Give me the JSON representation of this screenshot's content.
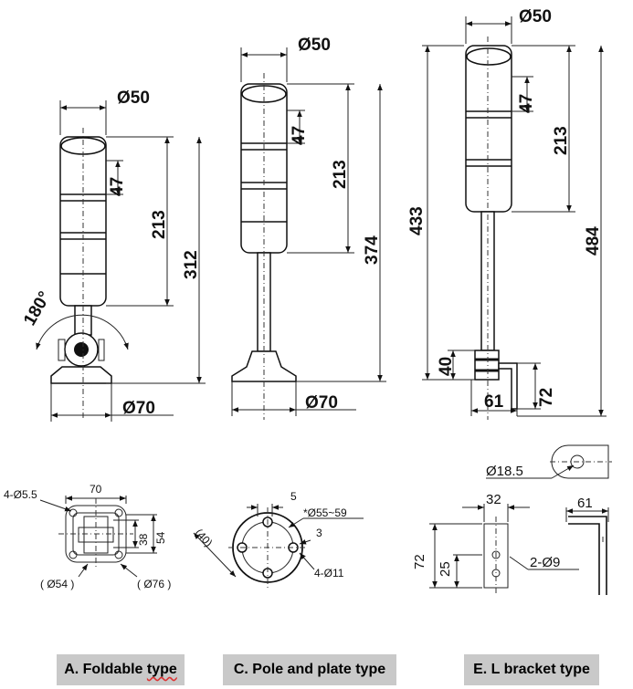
{
  "views": {
    "foldable": {
      "diameter": "Ø50",
      "segment": "47",
      "lamp_height": "213",
      "total_height": "312",
      "rotation": "180°",
      "base_diameter": "Ø70"
    },
    "pole": {
      "diameter": "Ø50",
      "segment": "47",
      "lamp_height": "213",
      "total_height": "374",
      "base_diameter": "Ø70"
    },
    "bracket": {
      "diameter": "Ø50",
      "segment": "47",
      "lamp_height": "213",
      "height_433": "433",
      "height_484": "484",
      "bracket_40": "40",
      "bracket_72": "72",
      "bracket_61": "61"
    }
  },
  "details": {
    "foldable_base": {
      "holes": "4-Ø5.5",
      "width": "70",
      "dim_38": "38",
      "dim_54": "54",
      "circle_54": "( Ø54 )",
      "circle_76": "( Ø76 )"
    },
    "plate": {
      "dim_5": "5",
      "pcd": "*Ø55~59",
      "dim_3": "3",
      "dim_40": "(40)",
      "holes": "4-Ø11"
    },
    "l_bracket": {
      "hole_dia": "Ø18.5",
      "width_32": "32",
      "width_61": "61",
      "height_72": "72",
      "height_25": "25",
      "holes": "2-Ø9"
    }
  },
  "captions": {
    "a_prefix": "A. Foldable ",
    "a_word": "type",
    "c": "C. Pole and plate type",
    "e": "E. L bracket type"
  },
  "colors": {
    "caption_bg": "#c9c9c9",
    "line": "#222222"
  }
}
